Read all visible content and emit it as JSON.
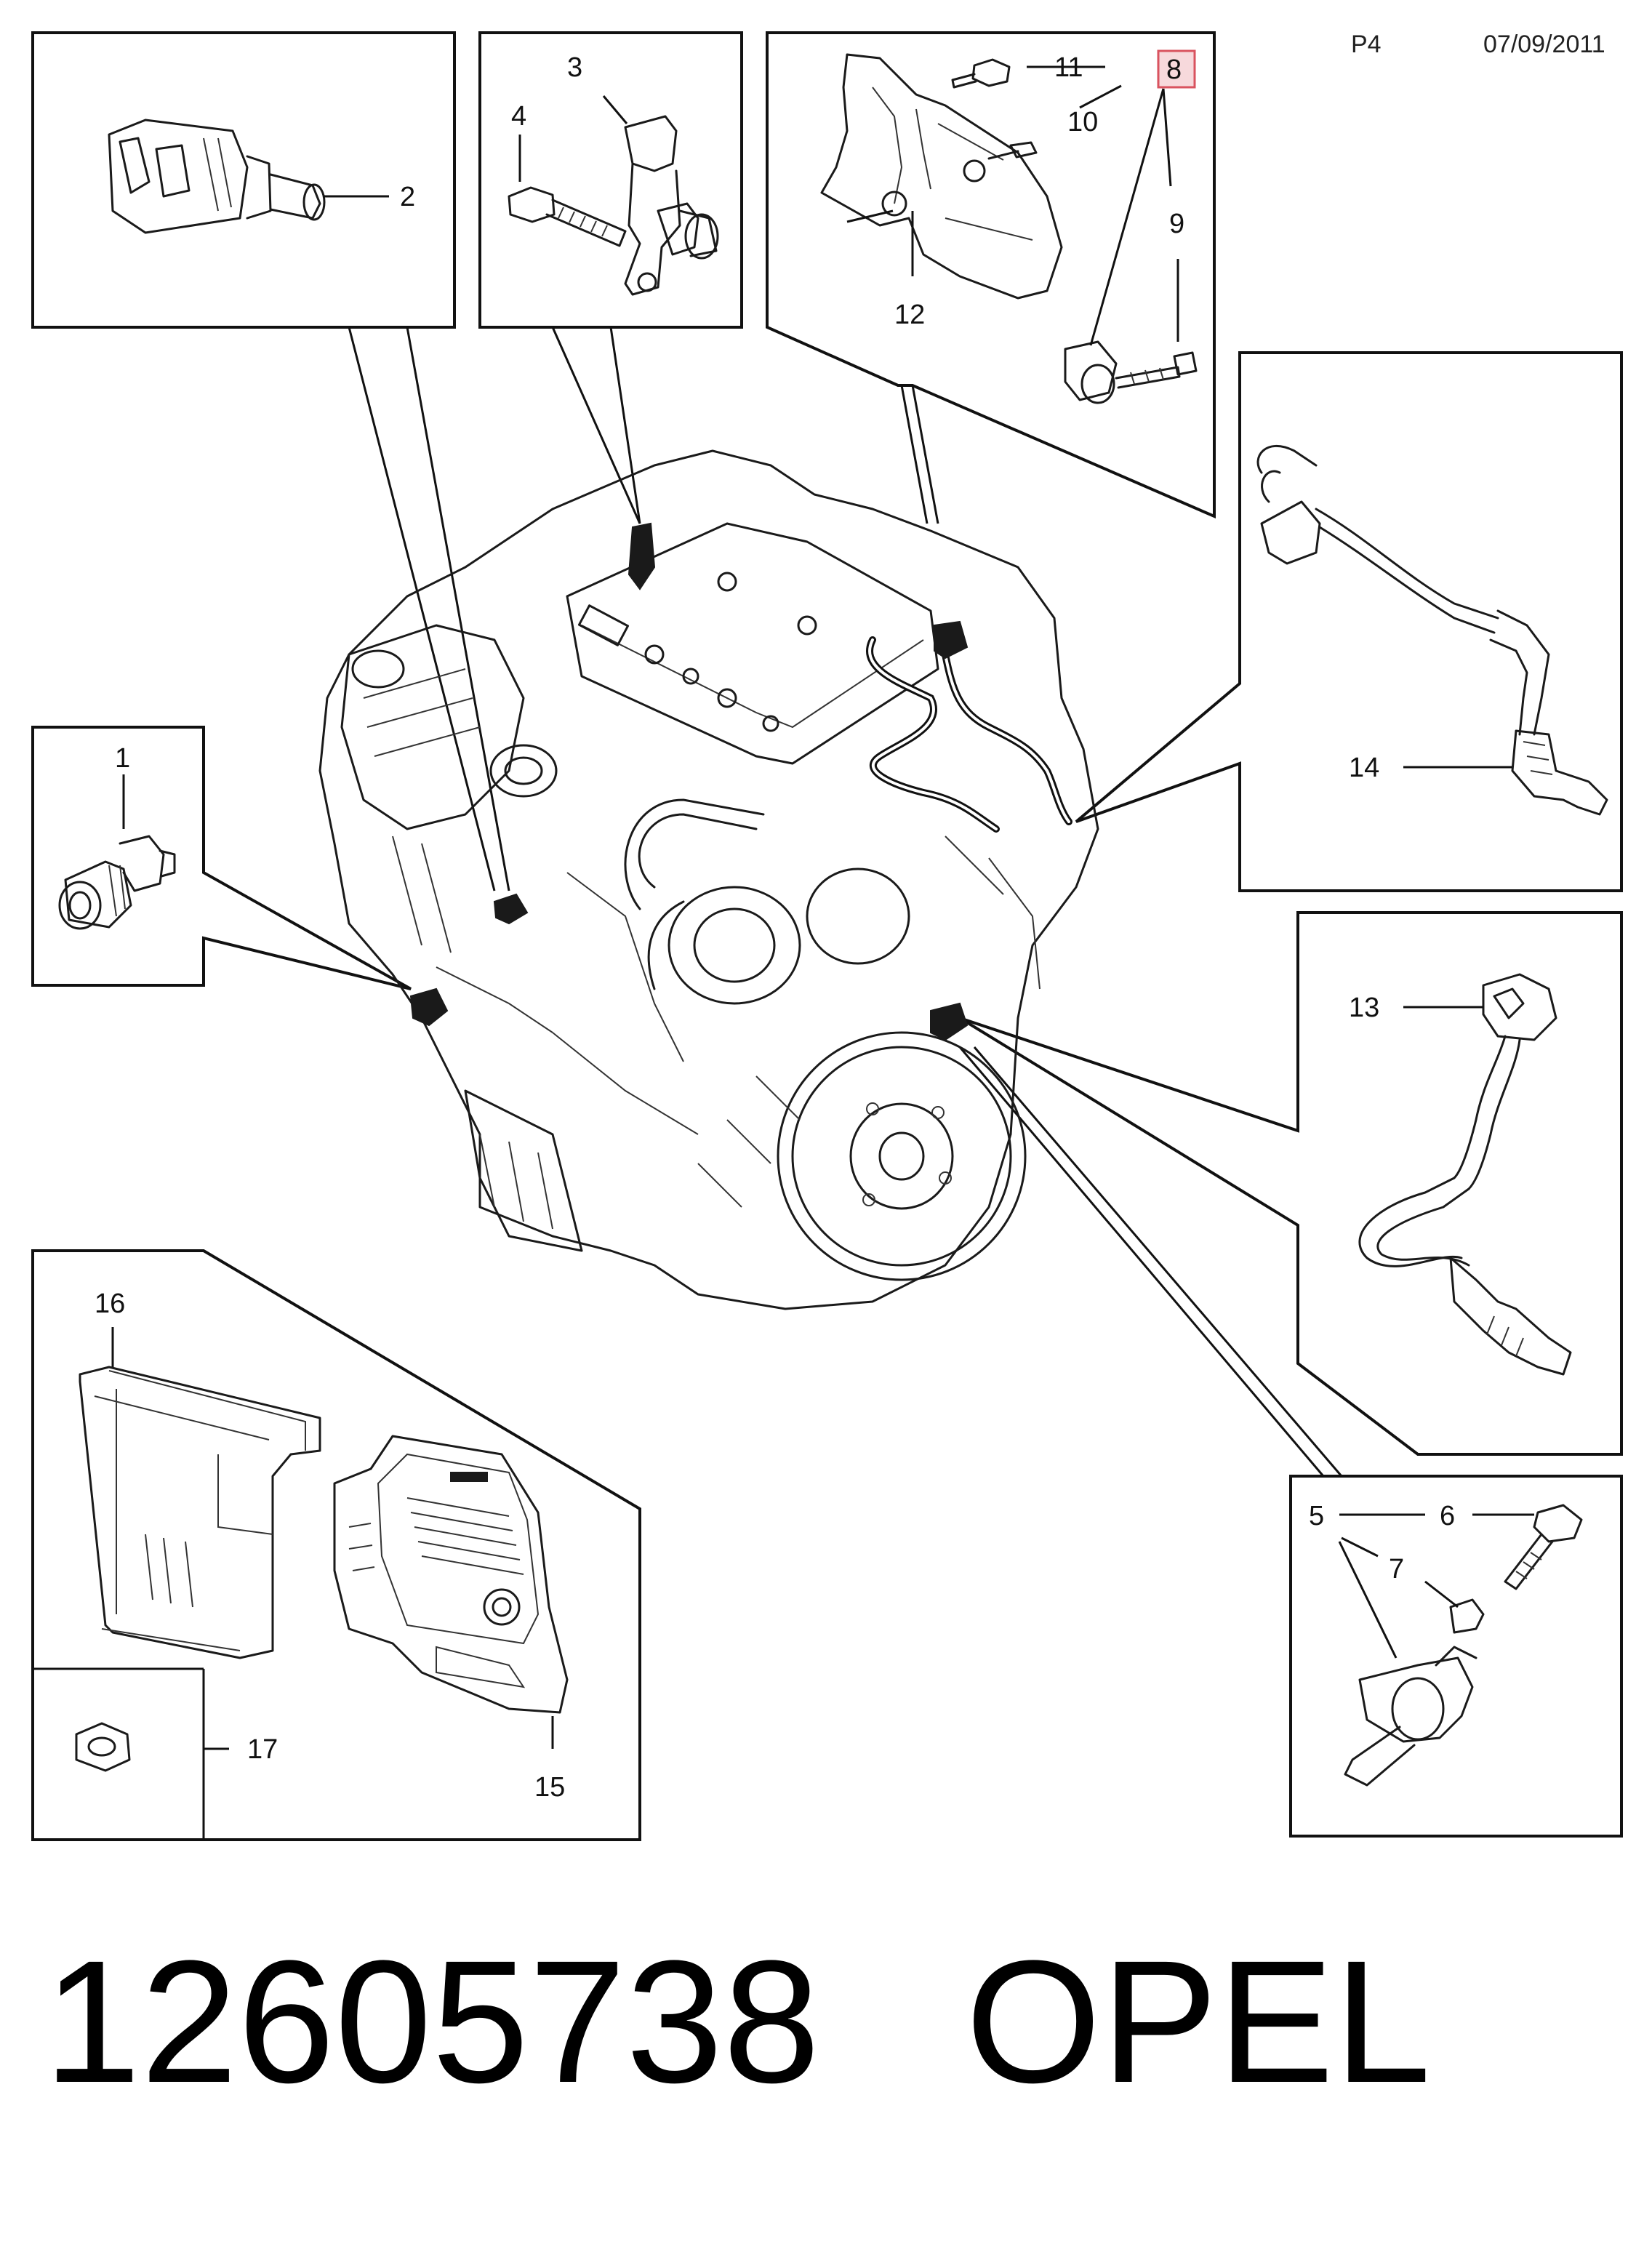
{
  "header": {
    "page": "P4",
    "date": "07/09/2011"
  },
  "footer": {
    "part_number": "12605738",
    "brand": "OPEL"
  },
  "callouts": [
    {
      "id": "1",
      "label": "1"
    },
    {
      "id": "2",
      "label": "2"
    },
    {
      "id": "3",
      "label": "3"
    },
    {
      "id": "4",
      "label": "4"
    },
    {
      "id": "5",
      "label": "5"
    },
    {
      "id": "6",
      "label": "6"
    },
    {
      "id": "7",
      "label": "7"
    },
    {
      "id": "8",
      "label": "8",
      "highlighted": true
    },
    {
      "id": "9",
      "label": "9"
    },
    {
      "id": "10",
      "label": "10"
    },
    {
      "id": "11",
      "label": "11"
    },
    {
      "id": "12",
      "label": "12"
    },
    {
      "id": "13",
      "label": "13"
    },
    {
      "id": "14",
      "label": "14"
    },
    {
      "id": "15",
      "label": "15"
    },
    {
      "id": "16",
      "label": "16"
    },
    {
      "id": "17",
      "label": "17"
    }
  ],
  "colors": {
    "highlight_fill": "#f7d9dc",
    "highlight_stroke": "#d9535f",
    "line": "#111111"
  }
}
